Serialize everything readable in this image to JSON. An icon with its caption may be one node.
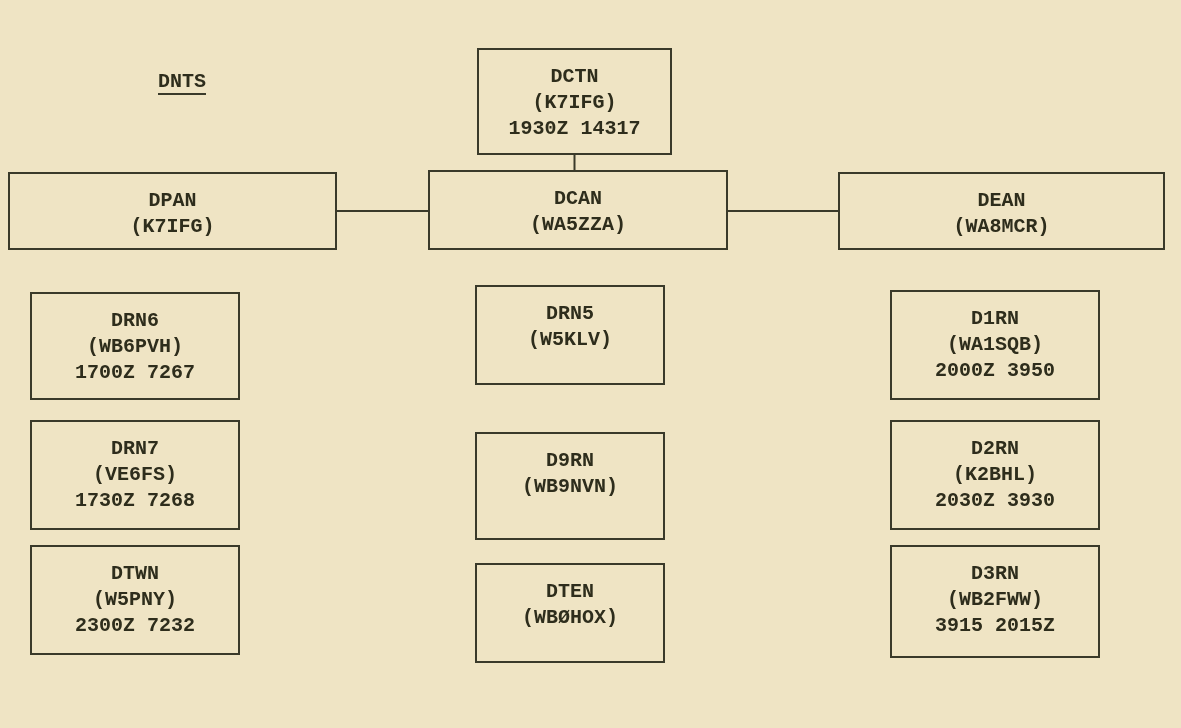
{
  "diagram": {
    "title": "DNTS",
    "nodes": [
      {
        "text": [
          "DCTN",
          "(K7IFG)",
          "1930Z 14317"
        ]
      },
      {
        "text": [
          "DPAN",
          "(K7IFG)"
        ]
      },
      {
        "text": [
          "DCAN",
          "(WA5ZZA)"
        ]
      },
      {
        "text": [
          "DEAN",
          "(WA8MCR)"
        ]
      },
      {
        "text": [
          "DRN6",
          "(WB6PVH)",
          "1700Z 7267"
        ]
      },
      {
        "text": [
          "DRN5",
          "(W5KLV)"
        ]
      },
      {
        "text": [
          "D1RN",
          "(WA1SQB)",
          "2000Z 3950"
        ]
      },
      {
        "text": [
          "DRN7",
          "(VE6FS)",
          "1730Z 7268"
        ]
      },
      {
        "text": [
          "D9RN",
          "(WB9NVN)"
        ]
      },
      {
        "text": [
          "D2RN",
          "(K2BHL)",
          "2030Z 3930"
        ]
      },
      {
        "text": [
          "DTWN",
          "(W5PNY)",
          "2300Z 7232"
        ]
      },
      {
        "text": [
          "DTEN",
          "(WBØHOX)"
        ]
      },
      {
        "text": [
          "D3RN",
          "(WB2FWW)",
          "3915 2015Z"
        ]
      }
    ],
    "edges": [
      {
        "from": 0,
        "to": 2,
        "arrow": "none"
      },
      {
        "from": 1,
        "to": 2,
        "arrow": "none"
      },
      {
        "from": 2,
        "to": 3,
        "arrow": "none"
      }
    ]
  }
}
